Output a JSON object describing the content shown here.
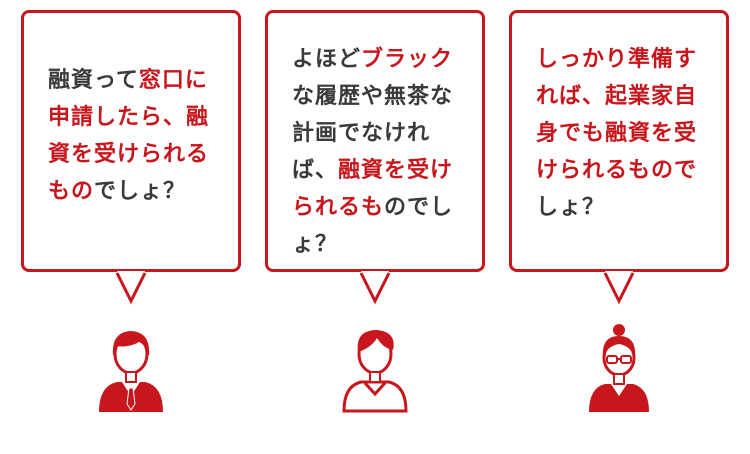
{
  "colors": {
    "accent": "#c8161d",
    "text": "#3a3a3a",
    "background": "#ffffff"
  },
  "bubbles": [
    {
      "segments": [
        {
          "text": "融資って",
          "color": "dark"
        },
        {
          "text": "窓口に申請したら、融資を受けられるもの",
          "color": "red"
        },
        {
          "text": "でしょ？",
          "color": "dark"
        }
      ]
    },
    {
      "segments": [
        {
          "text": "よほど",
          "color": "dark"
        },
        {
          "text": "ブラック",
          "color": "red"
        },
        {
          "text": "な履歴や無茶な計画でなければ、",
          "color": "dark"
        },
        {
          "text": "融資を受けられるも",
          "color": "red"
        },
        {
          "text": "のでしょ？",
          "color": "dark"
        }
      ]
    },
    {
      "segments": [
        {
          "text": "しっかり準備すれば、",
          "color": "red"
        },
        {
          "text": "起業家自身でも融資を受けられるもので",
          "color": "red"
        },
        {
          "text": "しょ？",
          "color": "dark"
        }
      ]
    }
  ],
  "people": [
    {
      "icon": "man-in-suit-icon"
    },
    {
      "icon": "young-man-icon"
    },
    {
      "icon": "woman-with-glasses-icon"
    }
  ]
}
